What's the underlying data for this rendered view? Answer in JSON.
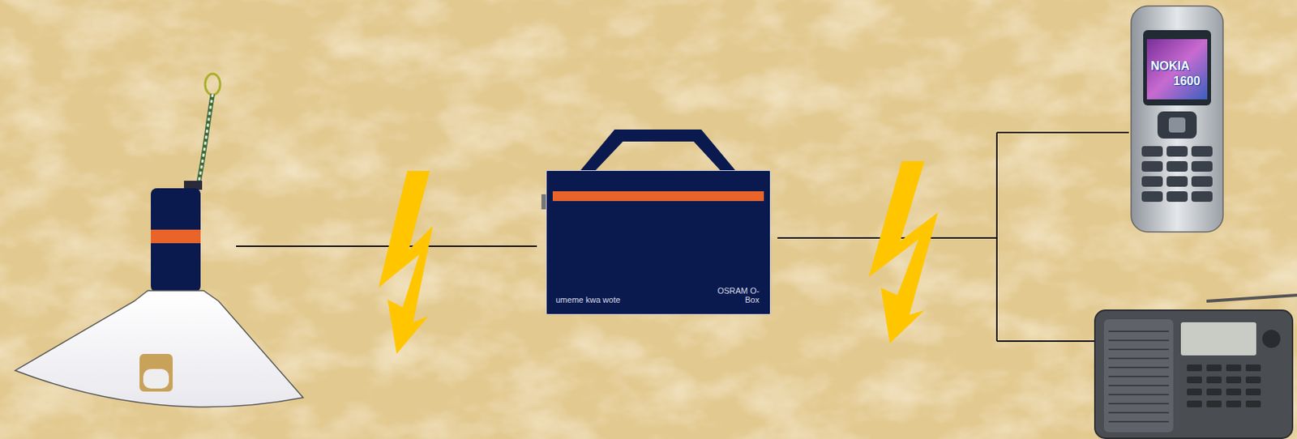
{
  "diagram": {
    "nodes": [
      {
        "text": [
          "umeme kwa wote",
          "OSRAM O-Box"
        ]
      }
    ],
    "labels": [
      "NOKIA",
      "1600"
    ]
  }
}
